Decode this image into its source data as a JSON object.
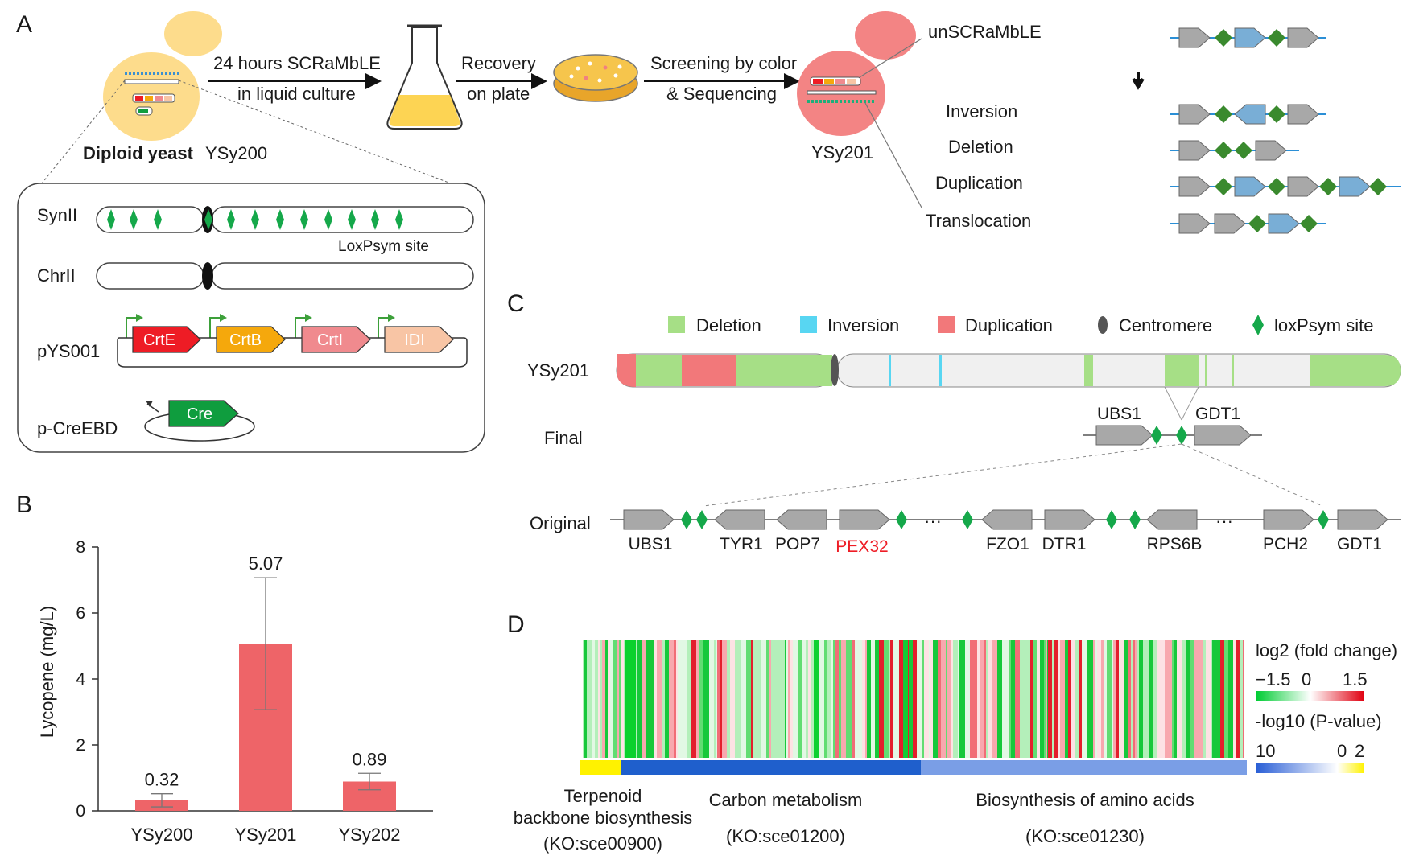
{
  "panels": {
    "A": {
      "letter": "A",
      "step1": [
        "24 hours SCRaMbLE",
        "in liquid culture"
      ],
      "step2": [
        "Recovery",
        "on plate"
      ],
      "step3": [
        "Screening by color",
        "& Sequencing"
      ],
      "yeast_label": "Diploid yeast",
      "strain_start": "YSy200",
      "strain_end": "YSy201",
      "chromosomes": {
        "syn": "SynII",
        "chr": "ChrII",
        "site_label": "LoxPsym   site"
      },
      "plasmid_label": "pYS001",
      "plasmid_genes": [
        "CrtE",
        "CrtB",
        "CrtI",
        "IDI"
      ],
      "cre_plasmid_label": "p-CreEBD",
      "cre_gene": "Cre",
      "rearrangements": [
        "unSCRaMbLE",
        "Inversion",
        "Deletion",
        "Duplication",
        "Translocation"
      ]
    },
    "B": {
      "letter": "B"
    },
    "C": {
      "letter": "C",
      "legend": [
        "Deletion",
        "Inversion",
        "Duplication",
        "Centromere",
        "loxPsym site"
      ],
      "strain": "YSy201",
      "final_label": "Final",
      "original_label": "Original",
      "final_genes": [
        "UBS1",
        "GDT1"
      ],
      "original_genes": [
        "UBS1",
        "TYR1",
        "POP7",
        "PEX32",
        "FZO1",
        "DTR1",
        "RPS6B",
        "PCH2",
        "GDT1"
      ],
      "ellipsis": "···"
    },
    "D": {
      "letter": "D",
      "fc_title": "log2 (fold change)",
      "fc_ticks": [
        "−1.5",
        "0",
        "1.5"
      ],
      "p_title": "-log10 (P-value)",
      "p_ticks": [
        "10",
        "0",
        "2"
      ],
      "categories": [
        {
          "lines": [
            "Terpenoid",
            "backbone biosynthesis",
            "(KO:sce00900)"
          ]
        },
        {
          "lines": [
            "Carbon metabolism",
            "(KO:sce01200)"
          ]
        },
        {
          "lines": [
            "Biosynthesis of amino acids",
            "(KO:sce01230)"
          ]
        }
      ]
    }
  },
  "colors": {
    "yeast_start": "#fddc8c",
    "yeast_end": "#f38484",
    "deletion": "#a6df86",
    "inversion": "#58d6f2",
    "duplication": "#f2787a",
    "loxpsym": "#15a84a",
    "gene_gray": "#a8a8a8",
    "gene_blue": "#79aed6",
    "diamond_dark": "#3a8a2e",
    "bar": "#ee6468",
    "crtE": "#ee1c25",
    "crtB": "#f5a80c",
    "crtI": "#f08a8e",
    "idi": "#f8c5a5",
    "cre": "#0f9d3e"
  },
  "chart_data": {
    "type": "bar",
    "categories": [
      "YSy200",
      "YSy201",
      "YSy202"
    ],
    "values": [
      0.32,
      5.07,
      0.89
    ],
    "errors": [
      0.2,
      2.0,
      0.25
    ],
    "data_labels": [
      "0.32",
      "5.07",
      "0.89"
    ],
    "ylabel": "Lycopene (mg/L)",
    "ylim": [
      0,
      8
    ],
    "yticks": [
      0,
      2,
      4,
      6,
      8
    ],
    "ytick_labels": [
      "0",
      "2",
      "4",
      "6",
      "8"
    ],
    "grid": false
  }
}
